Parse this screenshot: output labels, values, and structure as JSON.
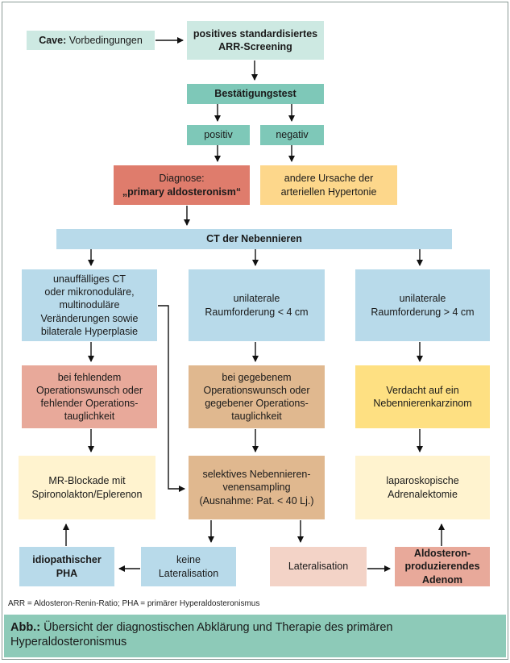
{
  "cave": {
    "label": "Cave:",
    "text": "Vorbedingungen"
  },
  "screening": "positives standardisiertes\nARR-Screening",
  "confirm_test": "Bestätigungstest",
  "positiv": "positiv",
  "negativ": "negativ",
  "diagnosis": {
    "line1": "Diagnose:",
    "line2": "„primary aldosteronism“"
  },
  "other_cause": "andere Ursache der\narteriellen Hypertonie",
  "ct": "CT der Nebennieren",
  "ct_inconspicuous": "unauffälliges CT\noder mikronoduläre,\nmultinoduläre\nVeränderungen sowie\nbilaterale Hyperplasie",
  "unilateral_small": "unilaterale\nRaumforderung < 4 cm",
  "unilateral_large": "unilaterale\nRaumforderung > 4 cm",
  "no_surgery": "bei fehlendem\nOperationswunsch oder\nfehlender Operations-\ntauglichkeit",
  "with_surgery": "bei gegebenem\nOperationswunsch oder\ngegebener Operations-\ntauglichkeit",
  "carcinoma": "Verdacht auf ein\nNebennierenkarzinom",
  "mr_blockade": "MR-Blockade mit\nSpironolakton/Eplerenon",
  "sampling": "selektives Nebennieren-\nvenensampling\n(Ausnahme: Pat. < 40 Lj.)",
  "laparoscopic": "laparoskopische\nAdrenalektomie",
  "idiopathic": "idiopathischer\nPHA",
  "no_lateral": "keine\nLateralisation",
  "lateral": "Lateralisation",
  "adenoma": "Aldosteron-\nproduzierendes\nAdenom",
  "footnote": "ARR = Aldosteron-Renin-Ratio; PHA = primärer Hyperaldosteronismus",
  "caption": {
    "label": "Abb.:",
    "text": " Übersicht der diagnostischen Abklärung und Therapie des primären Hyperaldosteronismus"
  }
}
